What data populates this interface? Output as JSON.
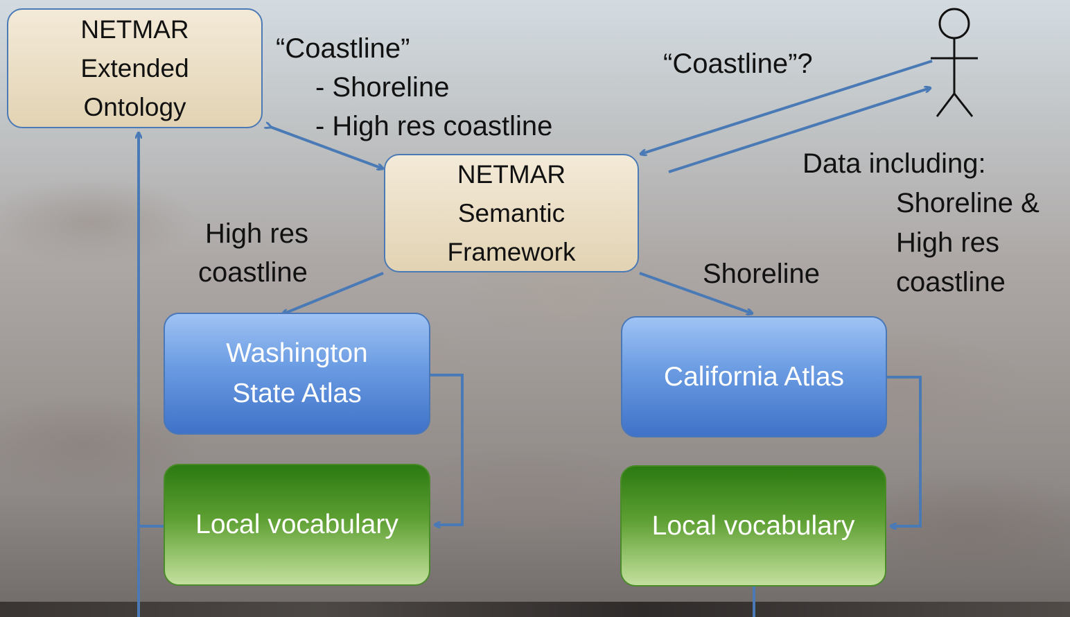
{
  "nodes": {
    "ontology": [
      "NETMAR",
      "Extended",
      "Ontology"
    ],
    "framework": [
      "NETMAR",
      "Semantic",
      "Framework"
    ],
    "wa_atlas": [
      "Washington",
      "State Atlas"
    ],
    "ca_atlas": "California Atlas",
    "wa_vocab": "Local vocabulary",
    "ca_vocab": "Local vocabulary"
  },
  "labels": {
    "coastline_quote": "“Coastline”",
    "shoreline_item": "- Shoreline",
    "highres_item": "- High res coastline",
    "coastline_query": "“Coastline”?",
    "data_including": "Data including:",
    "data_items": [
      "Shoreline &",
      "High res",
      "coastline"
    ],
    "wa_edge": [
      "High res",
      "coastline"
    ],
    "ca_edge": "Shoreline"
  },
  "colors": {
    "arrow": "#4a7ab5",
    "ontology_fill": "#efe4cc",
    "atlas_fill": "#5b8ddb",
    "vocab_fill": "#6aa83e"
  }
}
